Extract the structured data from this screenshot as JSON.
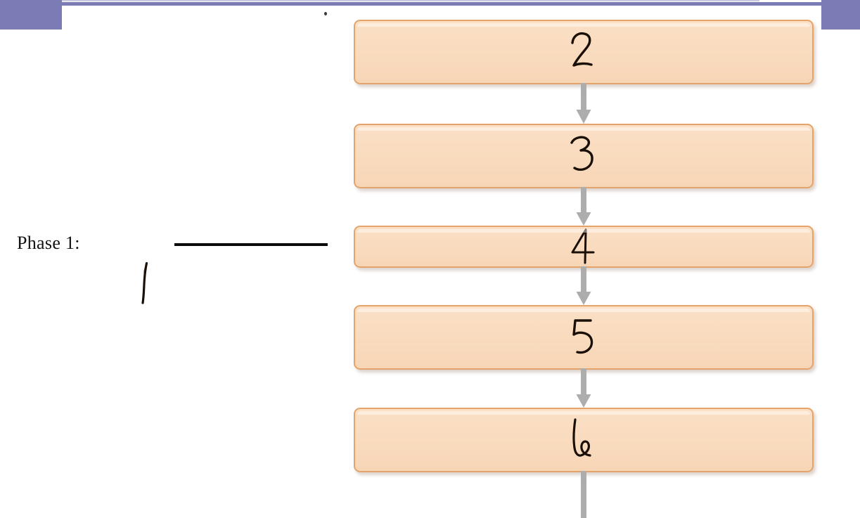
{
  "slide": {
    "background_color": "#FFFFFF",
    "accent_color": "#7B7BB5",
    "box_fill_color": "#F8DCC0",
    "box_border_color": "#E3A36B",
    "arrow_color": "#ADADAD",
    "ink_color": "#1A1008"
  },
  "decor": {
    "block_left_name": "top-left-accent-block",
    "block_right_name": "top-right-accent-block",
    "rule_name": "top-accent-rule"
  },
  "left_panel": {
    "phase_label": "Phase 1:",
    "blank_rule_label": "",
    "handwritten_answer": "1"
  },
  "flow": {
    "steps": [
      {
        "id": "step-2",
        "handwritten_value": "2",
        "label": ""
      },
      {
        "id": "step-3",
        "handwritten_value": "3",
        "label": ""
      },
      {
        "id": "step-4",
        "handwritten_value": "4",
        "label": ""
      },
      {
        "id": "step-5",
        "handwritten_value": "5",
        "label": ""
      },
      {
        "id": "step-6",
        "handwritten_value": "6",
        "label": ""
      }
    ],
    "connectors": [
      {
        "from": "step-2",
        "to": "step-3",
        "icon": "down-arrow-icon"
      },
      {
        "from": "step-3",
        "to": "step-4",
        "icon": "down-arrow-icon"
      },
      {
        "from": "step-4",
        "to": "step-5",
        "icon": "down-arrow-icon"
      },
      {
        "from": "step-5",
        "to": "step-6",
        "icon": "down-arrow-icon"
      },
      {
        "from": "step-6",
        "to": "",
        "icon": "line-continues-icon"
      }
    ]
  },
  "marks": {
    "dot_top": "",
    "dot_box": ""
  }
}
